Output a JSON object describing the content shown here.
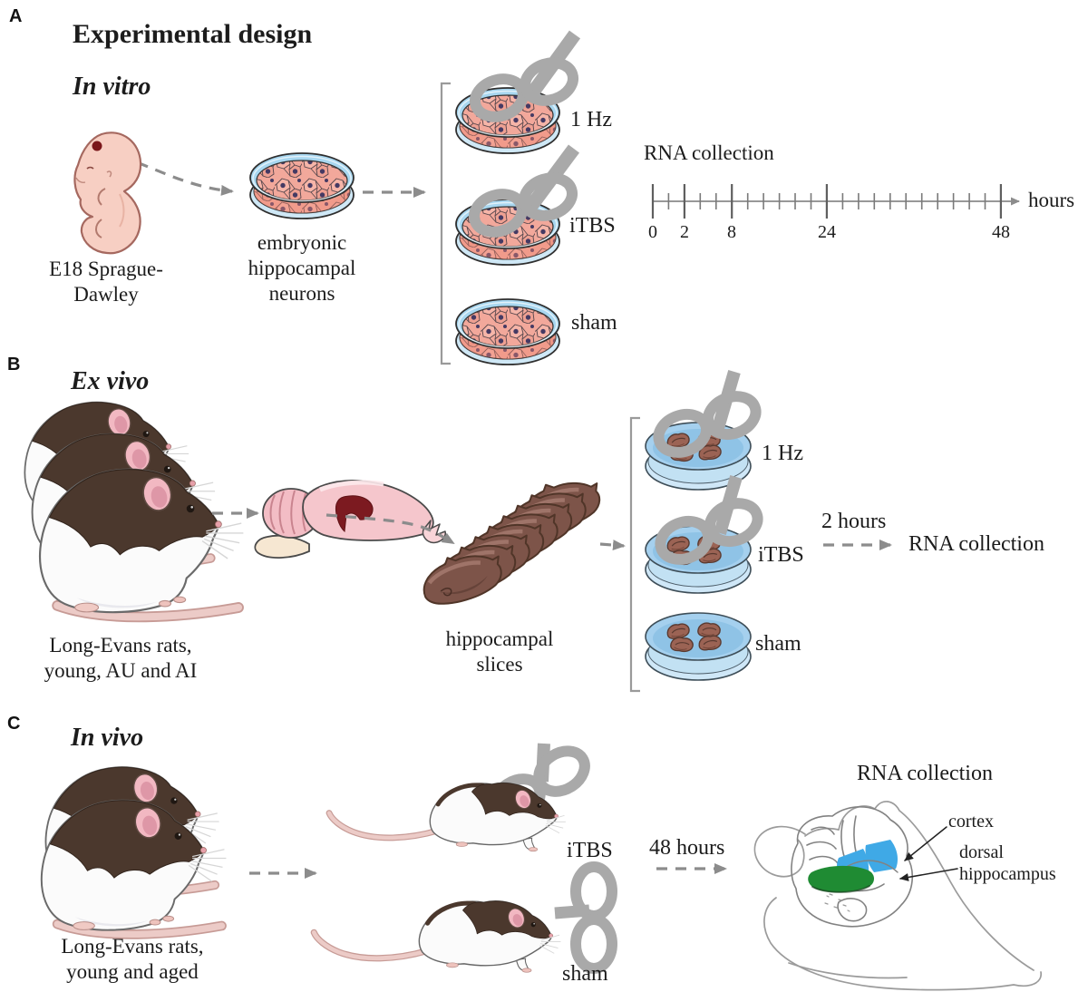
{
  "figure": {
    "title": "Experimental design"
  },
  "panelA": {
    "letter": "A",
    "subtitle": "In vitro",
    "source_label": "E18 Sprague-\nDawley",
    "culture_label": "embryonic\nhippocampal\nneurons",
    "conditions": [
      "1 Hz",
      "iTBS",
      "sham"
    ],
    "timeline": {
      "title": "RNA collection",
      "unit": "hours",
      "tick_labels": [
        "0",
        "2",
        "8",
        "24",
        "48"
      ]
    }
  },
  "panelB": {
    "letter": "B",
    "subtitle": "Ex vivo",
    "subjects_label": "Long-Evans rats,\nyoung, AU and AI",
    "tissue_label": "hippocampal\nslices",
    "conditions": [
      "1 Hz",
      "iTBS",
      "sham"
    ],
    "delay_label": "2 hours",
    "endpoint_label": "RNA collection"
  },
  "panelC": {
    "letter": "C",
    "subtitle": "In vivo",
    "subjects_label": "Long-Evans rats,\nyoung and aged",
    "conditions": [
      "iTBS",
      "sham"
    ],
    "delay_label": "48 hours",
    "endpoint_label": "RNA collection",
    "regions": [
      "cortex",
      "dorsal\nhippocampus"
    ]
  },
  "colors": {
    "coil_gray": "#a9a9a9",
    "arrow_gray": "#8c8c8c",
    "cortex_blue": "#3fa9e6",
    "hippocampus_green": "#1f8b33",
    "dish_media_blue": "#a8d7f0",
    "cell_pink": "#f2a89b",
    "slice_brown": "#7d5449",
    "hippocampus_dark_red": "#7c1a20"
  }
}
